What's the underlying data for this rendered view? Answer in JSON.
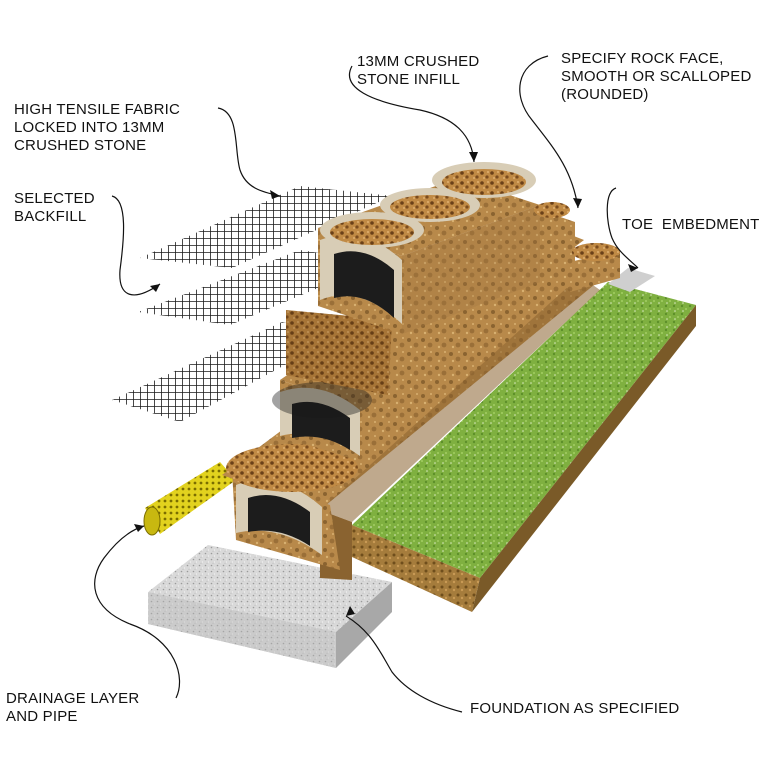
{
  "labels": {
    "fabric": [
      "HIGH TENSILE FABRIC",
      "LOCKED INTO 13MM",
      "CRUSHED STONE"
    ],
    "backfill": [
      "SELECTED",
      "BACKFILL"
    ],
    "infill": [
      "13MM CRUSHED",
      "STONE INFILL"
    ],
    "rockface": [
      "SPECIFY ROCK FACE,",
      "SMOOTH OR SCALLOPED",
      "(ROUNDED)"
    ],
    "toe": [
      "TOE  EMBEDMENT"
    ],
    "drainage": [
      "DRAINAGE LAYER",
      "AND PIPE"
    ],
    "foundation": [
      "FOUNDATION AS SPECIFIED"
    ]
  },
  "colors": {
    "block_face": "#b8894a",
    "block_cap": "#c9a46c",
    "block_shadow": "#8a6330",
    "block_inner": "#d8cdb6",
    "stone_infill": "#8a5a24",
    "geogrid": "#1a1a1a",
    "grass": "#7fb040",
    "soil": "#8f6a30",
    "foundation": "#d4d4d4",
    "pipe": "#e2d21e",
    "leader_line": "#111111"
  },
  "icons": [
    "geogrid-sheet-icon",
    "retaining-block-icon",
    "drainage-pipe-icon",
    "grass-slab-icon",
    "foundation-slab-icon"
  ]
}
